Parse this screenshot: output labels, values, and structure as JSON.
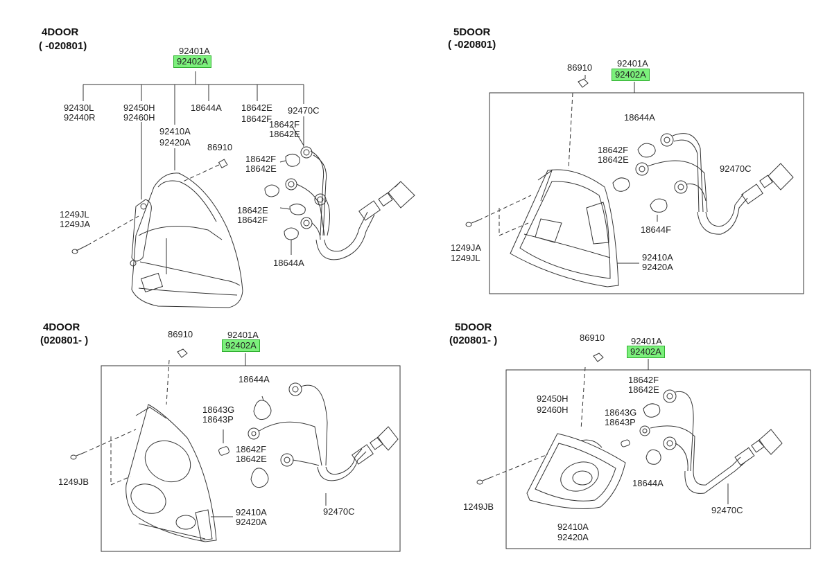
{
  "colors": {
    "highlight": "#7cf07c",
    "highlight_border": "#2fae2f",
    "line": "#333333"
  },
  "sections": [
    {
      "title": "4DOOR",
      "range": "( -020801)",
      "assembly": "92401A",
      "highlight": "92402A",
      "parts": {
        "a": "92430L",
        "b": "92440R",
        "c": "92450H",
        "d": "92460H",
        "e": "18644A",
        "f": "18642E",
        "g": "18642F",
        "h": "92470C",
        "i": "18642F",
        "j": "18642E",
        "k": "92410A",
        "l": "92420A",
        "m": "86910",
        "n": "18642F",
        "o": "18642E",
        "p": "1249JL",
        "q": "1249JA",
        "r": "18642E",
        "s": "18642F",
        "t": "18644A"
      }
    },
    {
      "title": "5DOOR",
      "range": "( -020801)",
      "assembly": "92401A",
      "highlight": "92402A",
      "parts": {
        "a": "86910",
        "b": "18644A",
        "c": "18642F",
        "d": "18642E",
        "e": "92470C",
        "f": "18644F",
        "g": "1249JA",
        "h": "1249JL",
        "i": "92410A",
        "j": "92420A"
      }
    },
    {
      "title": "4DOOR",
      "range": "(020801- )",
      "assembly": "92401A",
      "highlight": "92402A",
      "parts": {
        "a": "86910",
        "b": "18644A",
        "c": "18643G",
        "d": "18643P",
        "e": "18642F",
        "f": "18642E",
        "g": "1249JB",
        "h": "92410A",
        "i": "92420A",
        "j": "92470C"
      }
    },
    {
      "title": "5DOOR",
      "range": "(020801- )",
      "assembly": "92401A",
      "highlight": "92402A",
      "parts": {
        "a": "86910",
        "b": "18642F",
        "c": "18642E",
        "d": "92450H",
        "e": "92460H",
        "f": "18643G",
        "g": "18643P",
        "h": "18644A",
        "i": "1249JB",
        "j": "92470C",
        "k": "92410A",
        "l": "92420A"
      }
    }
  ]
}
